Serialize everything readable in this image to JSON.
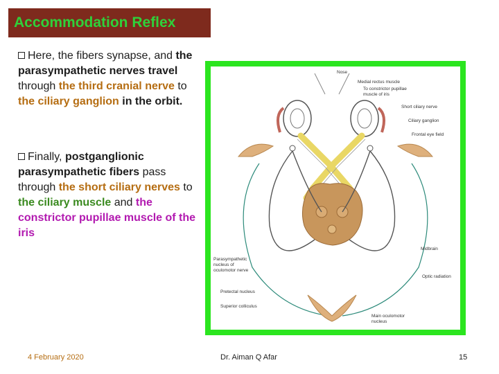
{
  "title": "Accommodation Reflex",
  "bullet1": {
    "p1": "Here, the fibers synapse, and ",
    "p2": "the parasympathetic nerves travel",
    "p3": " through ",
    "p4": "the third cranial nerve",
    "p5": " to ",
    "p6": "the ciliary ganglion",
    "p7": " in the orbit."
  },
  "bullet2": {
    "p1": "Finally, ",
    "p2": "postganglionic parasympathetic fibers",
    "p3": " pass through ",
    "p4": "the short ciliary nerves",
    "p5": " to ",
    "p6": "the ciliary muscle",
    "p7": " and ",
    "p8": "the constrictor pupillae muscle of the iris"
  },
  "figure_labels": {
    "nose": "Nose",
    "medial_rectus": "Medial rectus muscle",
    "constrictor": "To constrictor pupillae",
    "constrictor2": "muscle of iris",
    "short_ciliary": "Short ciliary nerve",
    "ciliary_ganglion": "Ciliary ganglion",
    "frontal_eye": "Frontal eye field",
    "midbrain": "Midbrain",
    "parasym1": "Parasympathetic",
    "parasym2": "nucleus of",
    "parasym3": "oculomotor nerve",
    "optic_radiation": "Optic radiation",
    "pretectal": "Pretectal nucleus",
    "superior_colliculus": "Superior colliculus",
    "main_oculomotor1": "Main oculomotor",
    "main_oculomotor2": "nucleus"
  },
  "footer": {
    "date": "4 February 2020",
    "author": "Dr. Aiman Q Afar",
    "page": "15"
  },
  "colors": {
    "title_bg": "#7e2a1d",
    "title_text": "#2fd13a",
    "frame": "#2be51f",
    "nerve_yellow": "#f1e27a",
    "brain_tan": "#c8965c",
    "pathway_teal": "#2c8a7a"
  }
}
